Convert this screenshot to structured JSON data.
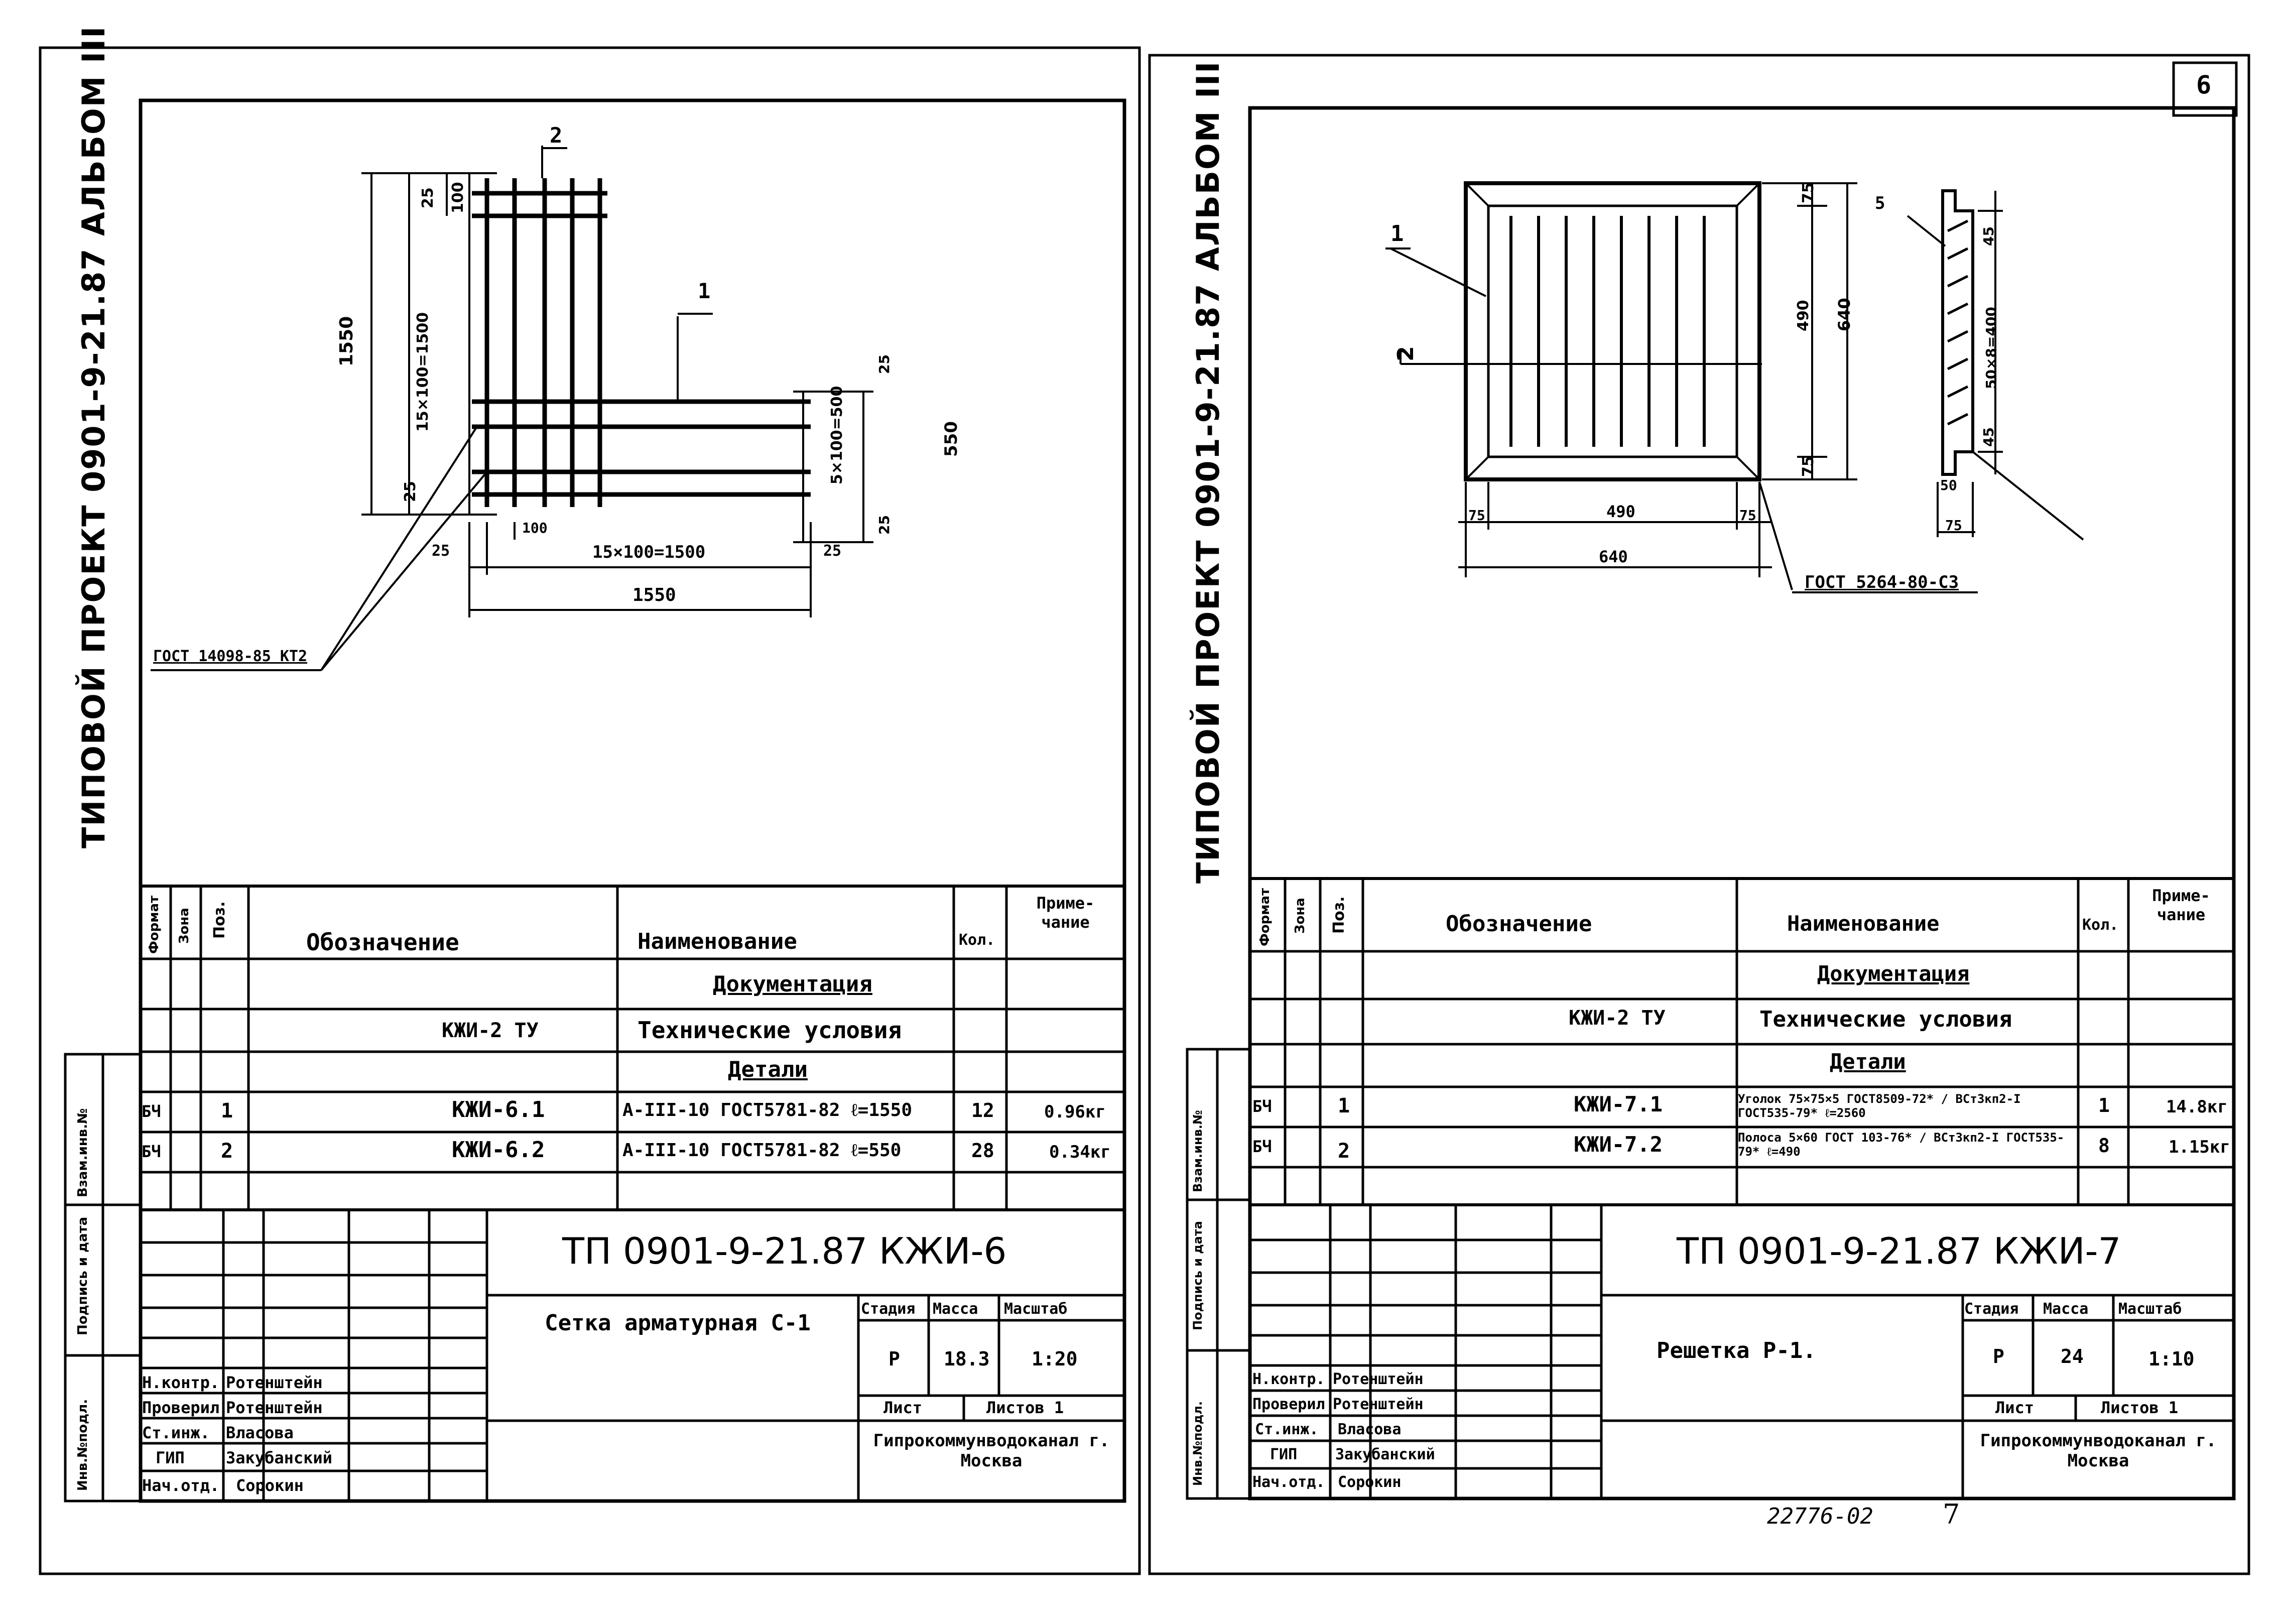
{
  "page_number": "6",
  "bottom": {
    "doc_code": "22776-02",
    "page": "7"
  },
  "sheets": [
    {
      "album_header": "ТИПОВОЙ ПРОЕКТ 0901-9-21.87 АЛЬБОМ III",
      "drawing": {
        "dims": [
          "2",
          "1",
          "25",
          "100",
          "1550",
          "15×100=1500",
          "25",
          "25",
          "100",
          "25",
          "15×100=1500",
          "25",
          "1550",
          "25",
          "5×100=500",
          "550",
          "25"
        ],
        "gost_label": "ГОСТ 14098-85 КТ2"
      },
      "spec": {
        "headers": {
          "format": "Формат",
          "zone": "Зона",
          "pos": "Поз.",
          "designation": "Обозначение",
          "name": "Наименование",
          "qty": "Кол.",
          "note": "Приме- чание"
        },
        "rows": [
          {
            "format": "",
            "zone": "",
            "pos": "",
            "designation": "",
            "name": "Документация",
            "qty": "",
            "note": ""
          },
          {
            "format": "",
            "zone": "",
            "pos": "",
            "designation": "КЖИ-2 ТУ",
            "name": "Технические условия",
            "qty": "",
            "note": ""
          },
          {
            "format": "",
            "zone": "",
            "pos": "",
            "designation": "",
            "name": "Детали",
            "qty": "",
            "note": ""
          },
          {
            "format": "БЧ",
            "zone": "",
            "pos": "1",
            "designation": "КЖИ-6.1",
            "name": "А-III-10 ГОСТ5781-82  ℓ=1550",
            "qty": "12",
            "note": "0.96кг"
          },
          {
            "format": "БЧ",
            "zone": "",
            "pos": "2",
            "designation": "КЖИ-6.2",
            "name": "А-III-10 ГОСТ5781-82  ℓ=550",
            "qty": "28",
            "note": "0.34кг"
          }
        ]
      },
      "stamp": {
        "code": "ТП 0901-9-21.87   КЖИ-6",
        "title": "Сетка арматурная С-1",
        "stage_label": "Стадия",
        "mass_label": "Масса",
        "scale_label": "Масштаб",
        "stage": "Р",
        "mass": "18.3",
        "scale": "1:20",
        "sheet_label": "Лист",
        "sheets_label": "Листов 1",
        "org": "Гипрокоммунводоканал г. Москва",
        "people": [
          {
            "role": "Н.контр.",
            "name": "Ротенштейн"
          },
          {
            "role": "Проверил",
            "name": "Ротенштейн"
          },
          {
            "role": "Ст.инж.",
            "name": "Власова"
          },
          {
            "role": "ГИП",
            "name": "Закубанский"
          },
          {
            "role": "Нач.отд.",
            "name": "Сорокин"
          }
        ],
        "side_labels": [
          "Взам.инв.№",
          "Подпись и дата",
          "Инв.№подл."
        ]
      }
    },
    {
      "album_header": "ТИПОВОЙ ПРОЕКТ 0901-9-21.87 АЛЬБОМ III",
      "drawing": {
        "dims": [
          "1",
          "2",
          "75",
          "490",
          "75",
          "640",
          "5",
          "45",
          "50×8=400",
          "45",
          "50",
          "75",
          "75",
          "490",
          "75",
          "640"
        ],
        "gost_label": "ГОСТ 5264-80-С3"
      },
      "spec": {
        "headers": {
          "format": "Формат",
          "zone": "Зона",
          "pos": "Поз.",
          "designation": "Обозначение",
          "name": "Наименование",
          "qty": "Кол.",
          "note": "Приме- чание"
        },
        "rows": [
          {
            "format": "",
            "zone": "",
            "pos": "",
            "designation": "",
            "name": "Документация",
            "qty": "",
            "note": ""
          },
          {
            "format": "",
            "zone": "",
            "pos": "",
            "designation": "КЖИ-2 ТУ",
            "name": "Технические условия",
            "qty": "",
            "note": ""
          },
          {
            "format": "",
            "zone": "",
            "pos": "",
            "designation": "",
            "name": "Детали",
            "qty": "",
            "note": ""
          },
          {
            "format": "БЧ",
            "zone": "",
            "pos": "1",
            "designation": "КЖИ-7.1",
            "name": "Уголок 75×75×5 ГОСТ8509-72* / ВСт3кп2-I ГОСТ535-79*  ℓ=2560",
            "qty": "1",
            "note": "14.8кг"
          },
          {
            "format": "БЧ",
            "zone": "",
            "pos": "2",
            "designation": "КЖИ-7.2",
            "name": "Полоса 5×60 ГОСТ 103-76* / ВСт3кп2-I ГОСТ535-79*  ℓ=490",
            "qty": "8",
            "note": "1.15кг"
          }
        ]
      },
      "stamp": {
        "code": "ТП 0901-9-21.87   КЖИ-7",
        "title": "Решетка Р-1.",
        "stage_label": "Стадия",
        "mass_label": "Масса",
        "scale_label": "Масштаб",
        "stage": "Р",
        "mass": "24",
        "scale": "1:10",
        "sheet_label": "Лист",
        "sheets_label": "Листов 1",
        "org": "Гипрокоммунводоканал г. Москва",
        "people": [
          {
            "role": "Н.контр.",
            "name": "Ротенштейн"
          },
          {
            "role": "Проверил",
            "name": "Ротенштейн"
          },
          {
            "role": "Ст.инж.",
            "name": "Власова"
          },
          {
            "role": "ГИП",
            "name": "Закубанский"
          },
          {
            "role": "Нач.отд.",
            "name": "Сорокин"
          }
        ],
        "side_labels": [
          "Взам.инв.№",
          "Подпись и дата",
          "Инв.№подл."
        ]
      }
    }
  ]
}
